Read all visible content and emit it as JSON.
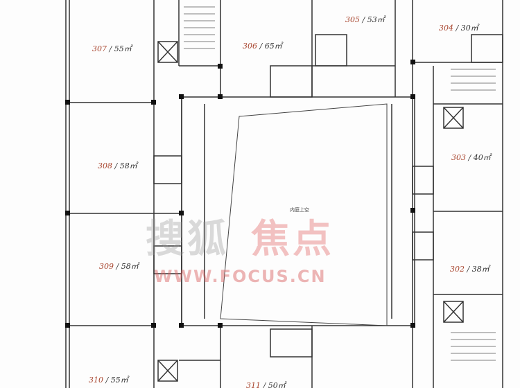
{
  "rooms": [
    {
      "id": "307",
      "area": "/ 55㎡"
    },
    {
      "id": "306",
      "area": "/ 65㎡"
    },
    {
      "id": "305",
      "area": "/ 53㎡"
    },
    {
      "id": "304",
      "area": "/ 30㎡"
    },
    {
      "id": "303",
      "area": "/ 40㎡"
    },
    {
      "id": "308",
      "area": "/ 58㎡"
    },
    {
      "id": "309",
      "area": "/ 58㎡"
    },
    {
      "id": "302",
      "area": "/ 38㎡"
    },
    {
      "id": "310",
      "area": "/ 55㎡"
    },
    {
      "id": "311",
      "area": "/ 50㎡"
    }
  ],
  "atrium_label": "内庭上空",
  "watermark": {
    "brand_gray": "搜狐",
    "brand_red": "焦点",
    "url": "WWW.FOCUS.CN"
  },
  "colors": {
    "wall": "#333333",
    "room_number": "#a8452e",
    "watermark_red": "#d75a5a"
  }
}
